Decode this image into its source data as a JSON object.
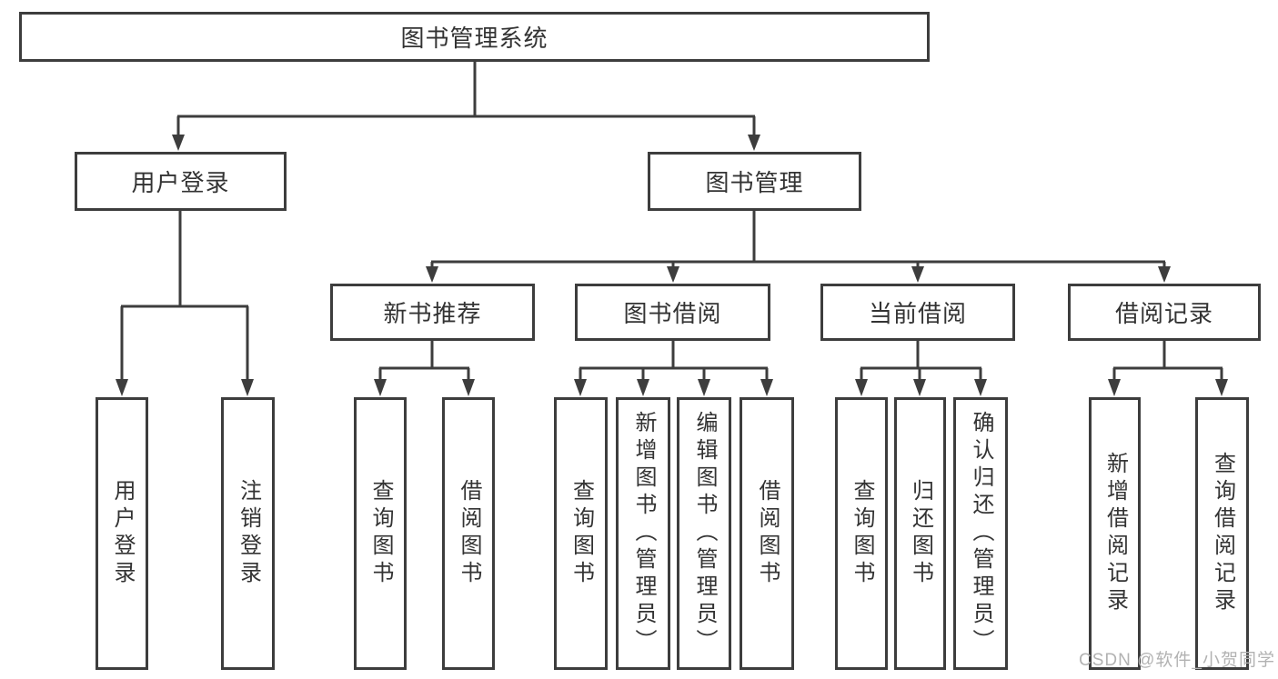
{
  "diagram": {
    "title": "图书管理系统",
    "type": "functional-structure-tree",
    "colors": {
      "border": "#3d3d3d",
      "line": "#3d3d3d",
      "text": "#333333",
      "watermark": "#b2b2b2",
      "background": "#ffffff"
    },
    "nodes": {
      "root": {
        "label": "图书管理系统"
      },
      "user_login": {
        "label": "用户登录"
      },
      "book_mgmt": {
        "label": "图书管理"
      },
      "new_book_recommend": {
        "label": "新书推荐"
      },
      "book_borrow": {
        "label": "图书借阅"
      },
      "current_borrow": {
        "label": "当前借阅"
      },
      "borrow_records": {
        "label": "借阅记录"
      },
      "leaf_user_login": {
        "label": "用户登录"
      },
      "leaf_logout": {
        "label": "注销登录"
      },
      "leaf_nb_query": {
        "label": "查询图书"
      },
      "leaf_nb_borrow": {
        "label": "借阅图书"
      },
      "leaf_bb_query": {
        "label": "查询图书"
      },
      "leaf_bb_add": {
        "label": "新增图书（管理员）"
      },
      "leaf_bb_edit": {
        "label": "编辑图书（管理员）"
      },
      "leaf_bb_borrow": {
        "label": "借阅图书"
      },
      "leaf_cb_query": {
        "label": "查询图书"
      },
      "leaf_cb_return": {
        "label": "归还图书"
      },
      "leaf_cb_confirm": {
        "label": "确认归还（管理员）"
      },
      "leaf_br_add": {
        "label": "新增借阅记录"
      },
      "leaf_br_query": {
        "label": "查询借阅记录"
      }
    },
    "hierarchy": {
      "图书管理系统": {
        "用户登录": [
          "用户登录",
          "注销登录"
        ],
        "图书管理": {
          "新书推荐": [
            "查询图书",
            "借阅图书"
          ],
          "图书借阅": [
            "查询图书",
            "新增图书（管理员）",
            "编辑图书（管理员）",
            "借阅图书"
          ],
          "当前借阅": [
            "查询图书",
            "归还图书",
            "确认归还（管理员）"
          ],
          "借阅记录": [
            "新增借阅记录",
            "查询借阅记录"
          ]
        }
      }
    },
    "watermark": "CSDN @软件_小贺同学"
  }
}
